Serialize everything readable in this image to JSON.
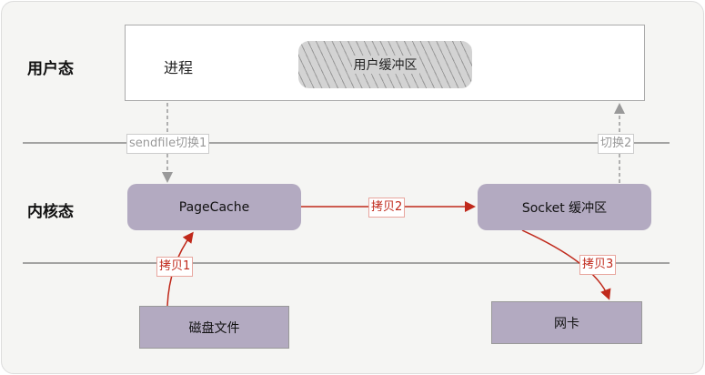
{
  "zones": {
    "user": "用户态",
    "kernel": "内核态"
  },
  "user_space": {
    "process": "进程",
    "user_buffer": "用户缓冲区"
  },
  "kernel": {
    "page_cache": "PageCache",
    "socket_buffer": "Socket 缓冲区"
  },
  "hardware": {
    "disk": "磁盘文件",
    "nic": "网卡"
  },
  "labels": {
    "switch1": "sendfile切换1",
    "switch2": "切换2",
    "copy1": "拷贝1",
    "copy2": "拷贝2",
    "copy3": "拷贝3"
  },
  "colors": {
    "kernel_box": "#b3aac1",
    "copy_arrow": "#c0291b",
    "switch_arrow": "#999999"
  }
}
